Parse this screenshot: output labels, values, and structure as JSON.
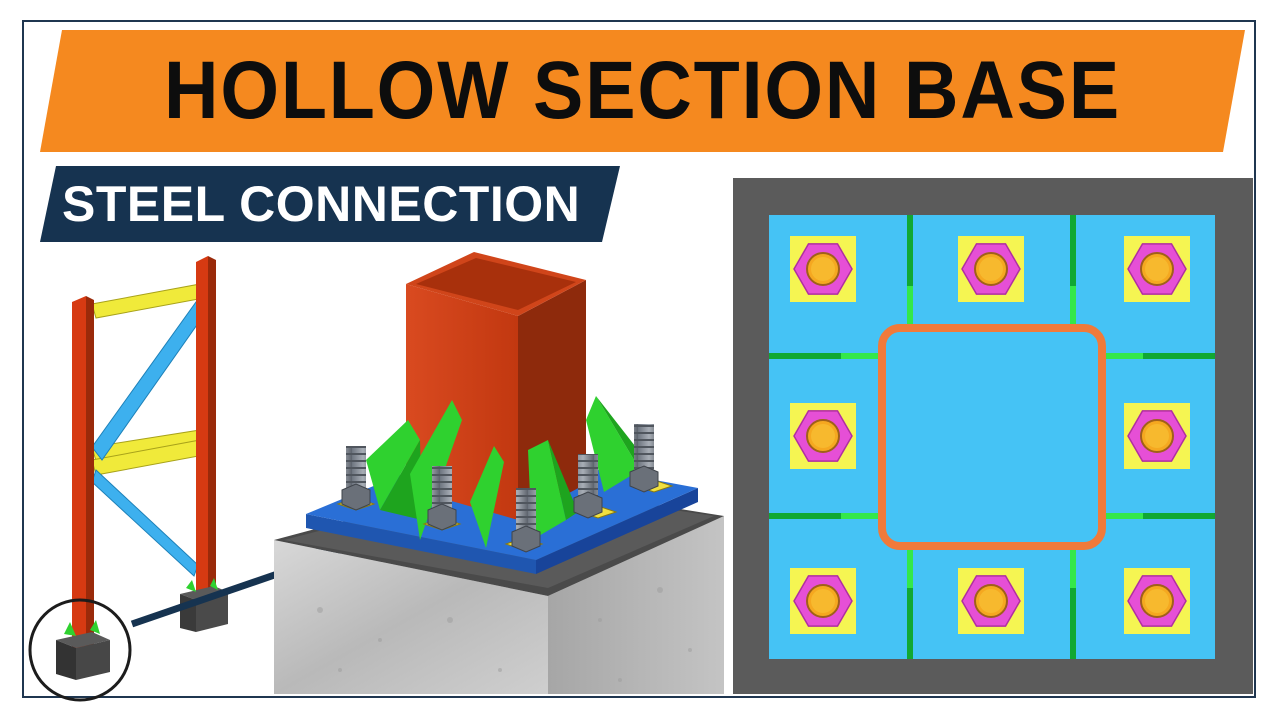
{
  "header": {
    "title": "HOLLOW SECTION BASE",
    "subtitle": "STEEL CONNECTION"
  },
  "icons": [
    "rack-frame-illustration",
    "base-plate-3d-illustration",
    "pointer-arrow",
    "base-plate-plan-view"
  ],
  "colors": {
    "title_banner": "#f5891f",
    "subtitle_banner": "#163350",
    "column": "#d63a12",
    "stiffener": "#2fd12f",
    "base_plate": "#2a6fd6",
    "plate_plan": "#45c3f5",
    "washer": "#f5f552",
    "nut": "#e64fd6",
    "bolt": "#f5a820",
    "concrete": "#bcbcbc"
  }
}
